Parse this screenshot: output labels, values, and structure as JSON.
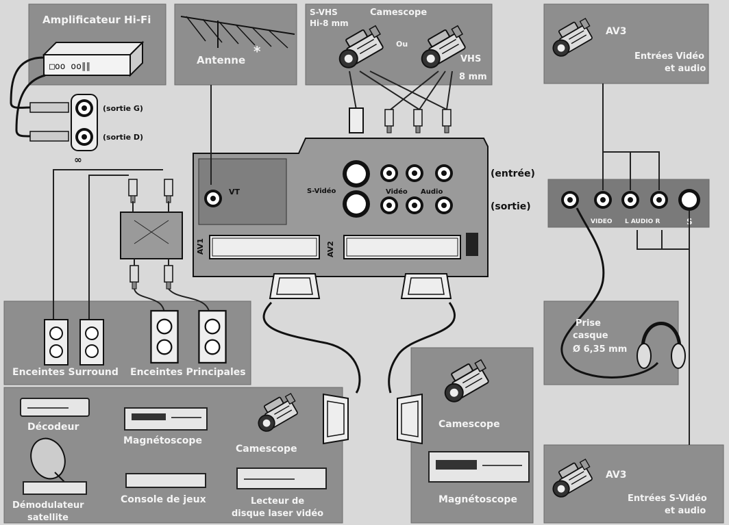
{
  "labels": {
    "amplifier": "Amplificateur Hi-Fi",
    "antenna": "Antenne",
    "antenna_star": "*",
    "svhs": "S-VHS",
    "hi8": "Hi-8 mm",
    "camescope_top": "Camescope",
    "ou": "Ou",
    "vhs": "VHS",
    "mm8": "8 mm",
    "av3_top": "AV3",
    "av3_top_line1": "Entrées Vidéo",
    "av3_top_line2": "et audio",
    "sortie_g": "(sortie G)",
    "sortie_d": "(sortie D)",
    "entree": "(entrée)",
    "sortie": "(sortie)",
    "vt": "VT",
    "svideo": "S-Vidéo",
    "video": "Vidéo",
    "audio": "Audio",
    "av1": "AV1",
    "av2": "AV2",
    "panel_video": "VIDEO",
    "panel_l_audio_r": "L AUDIO R",
    "panel_s": "S",
    "prise_line1": "Prise",
    "prise_line2": "casque",
    "prise_line3": "Ø 6,35 mm",
    "enceintes_surround": "Enceintes Surround",
    "enceintes_principales": "Enceintes Principales",
    "decodeur": "Décodeur",
    "magnetoscope_left": "Magnétoscope",
    "camescope_bottom_left": "Camescope",
    "demodulateur_line1": "Démodulateur",
    "demodulateur_line2": "satellite",
    "console": "Console de jeux",
    "laser_line1": "Lecteur de",
    "laser_line2": "disque laser vidéo",
    "camescope_bottom_right": "Camescope",
    "magnetoscope_right": "Magnétoscope",
    "av3_bottom": "AV3",
    "av3_bottom_line1": "Entrées S-Vidéo",
    "av3_bottom_line2": "et audio"
  },
  "icons": [
    "amplifier-icon",
    "antenna-icon",
    "camcorder-icon",
    "speaker-icon",
    "headphones-icon",
    "decoder-icon",
    "vcr-icon",
    "satellite-dish-icon",
    "game-console-icon",
    "laserdisc-player-icon",
    "scart-plug-icon",
    "rca-plug-icon"
  ]
}
